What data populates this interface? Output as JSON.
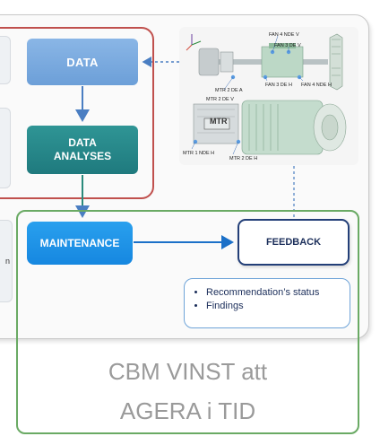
{
  "flow": {
    "data": "DATA",
    "analyses_line1": "DATA",
    "analyses_line2": "ANALYSES",
    "maintenance": "MAINTENANCE",
    "feedback": "FEEDBACK",
    "notes": [
      "Recommendation’s status",
      "Findings"
    ],
    "left_stub_text": "n"
  },
  "machine_labels": {
    "fan4_nde_v": "FAN 4 NDE V",
    "fan3_de_v": "FAN 3 DE V",
    "fan3_de_h": "FAN 3 DE H",
    "fan4_nde_h": "FAN 4 NDE H",
    "mtr2_de_a": "MTR 2 DE A",
    "mtr2_de_v": "MTR 2 DE V",
    "mtr": "MTR",
    "mtr1_nde_h": "MTR 1 NDE H",
    "mtr2_de_h": "MTR 2 DE H"
  },
  "caption": {
    "line1": "CBM VINST att",
    "line2": "AGERA i TID"
  },
  "colors": {
    "red_frame": "#c0504d",
    "green_frame": "#6aaa64",
    "data_box": "#7aabdf",
    "analyses_box": "#268689",
    "maintenance_box": "#1c91e8",
    "feedback_border": "#233f78",
    "arrows": "#4a7ec2"
  }
}
